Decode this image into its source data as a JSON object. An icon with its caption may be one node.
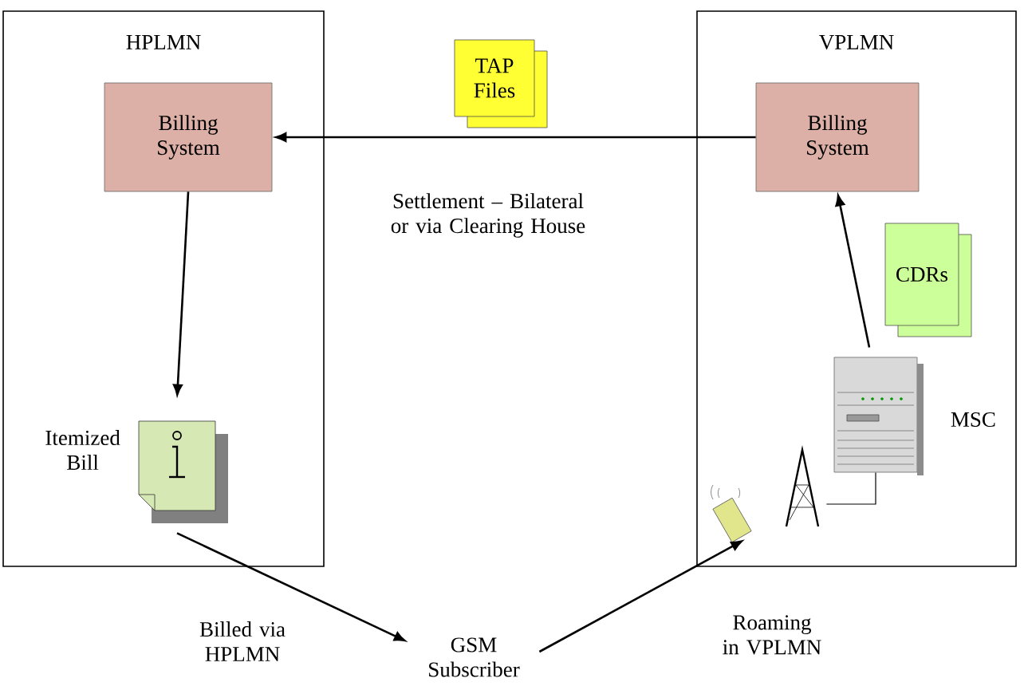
{
  "diagram": {
    "nodes": [
      {
        "text": [
          "HPLMN"
        ]
      },
      {
        "text": [
          "Billing System"
        ],
        "in": 0
      },
      {
        "text": [
          "VPLMN"
        ]
      },
      {
        "text": [
          "Billing System"
        ],
        "in": 2
      },
      {
        "text": [
          "TAP Files"
        ]
      },
      {
        "text": [
          "CDRs"
        ],
        "in": 2
      },
      {
        "text": [],
        "shape": "picture",
        "beside": [
          "Itemized Bill"
        ],
        "in": 0
      },
      {
        "text": [],
        "shape": "picture",
        "beside": [
          "MSC"
        ],
        "in": 2
      },
      {
        "text": [],
        "shape": "picture",
        "in": 2
      },
      {
        "text": [],
        "shape": "picture",
        "in": 2
      },
      {
        "text": [
          "GSM Subscriber"
        ]
      }
    ],
    "edges": [
      {
        "from": 3,
        "to": 1,
        "arrow": "to",
        "label": "Settlement – Bilateral or via Clearing House"
      },
      {
        "from": 1,
        "to": 6,
        "arrow": "to"
      },
      {
        "from": 6,
        "to": 10,
        "arrow": "to",
        "label": "Billed via HPLMN"
      },
      {
        "from": 10,
        "to": 9,
        "arrow": "to",
        "label": "Roaming in VPLMN"
      },
      {
        "from": 7,
        "to": 3,
        "arrow": "to"
      },
      {
        "from": 8,
        "to": 7,
        "arrow": "none"
      }
    ]
  }
}
